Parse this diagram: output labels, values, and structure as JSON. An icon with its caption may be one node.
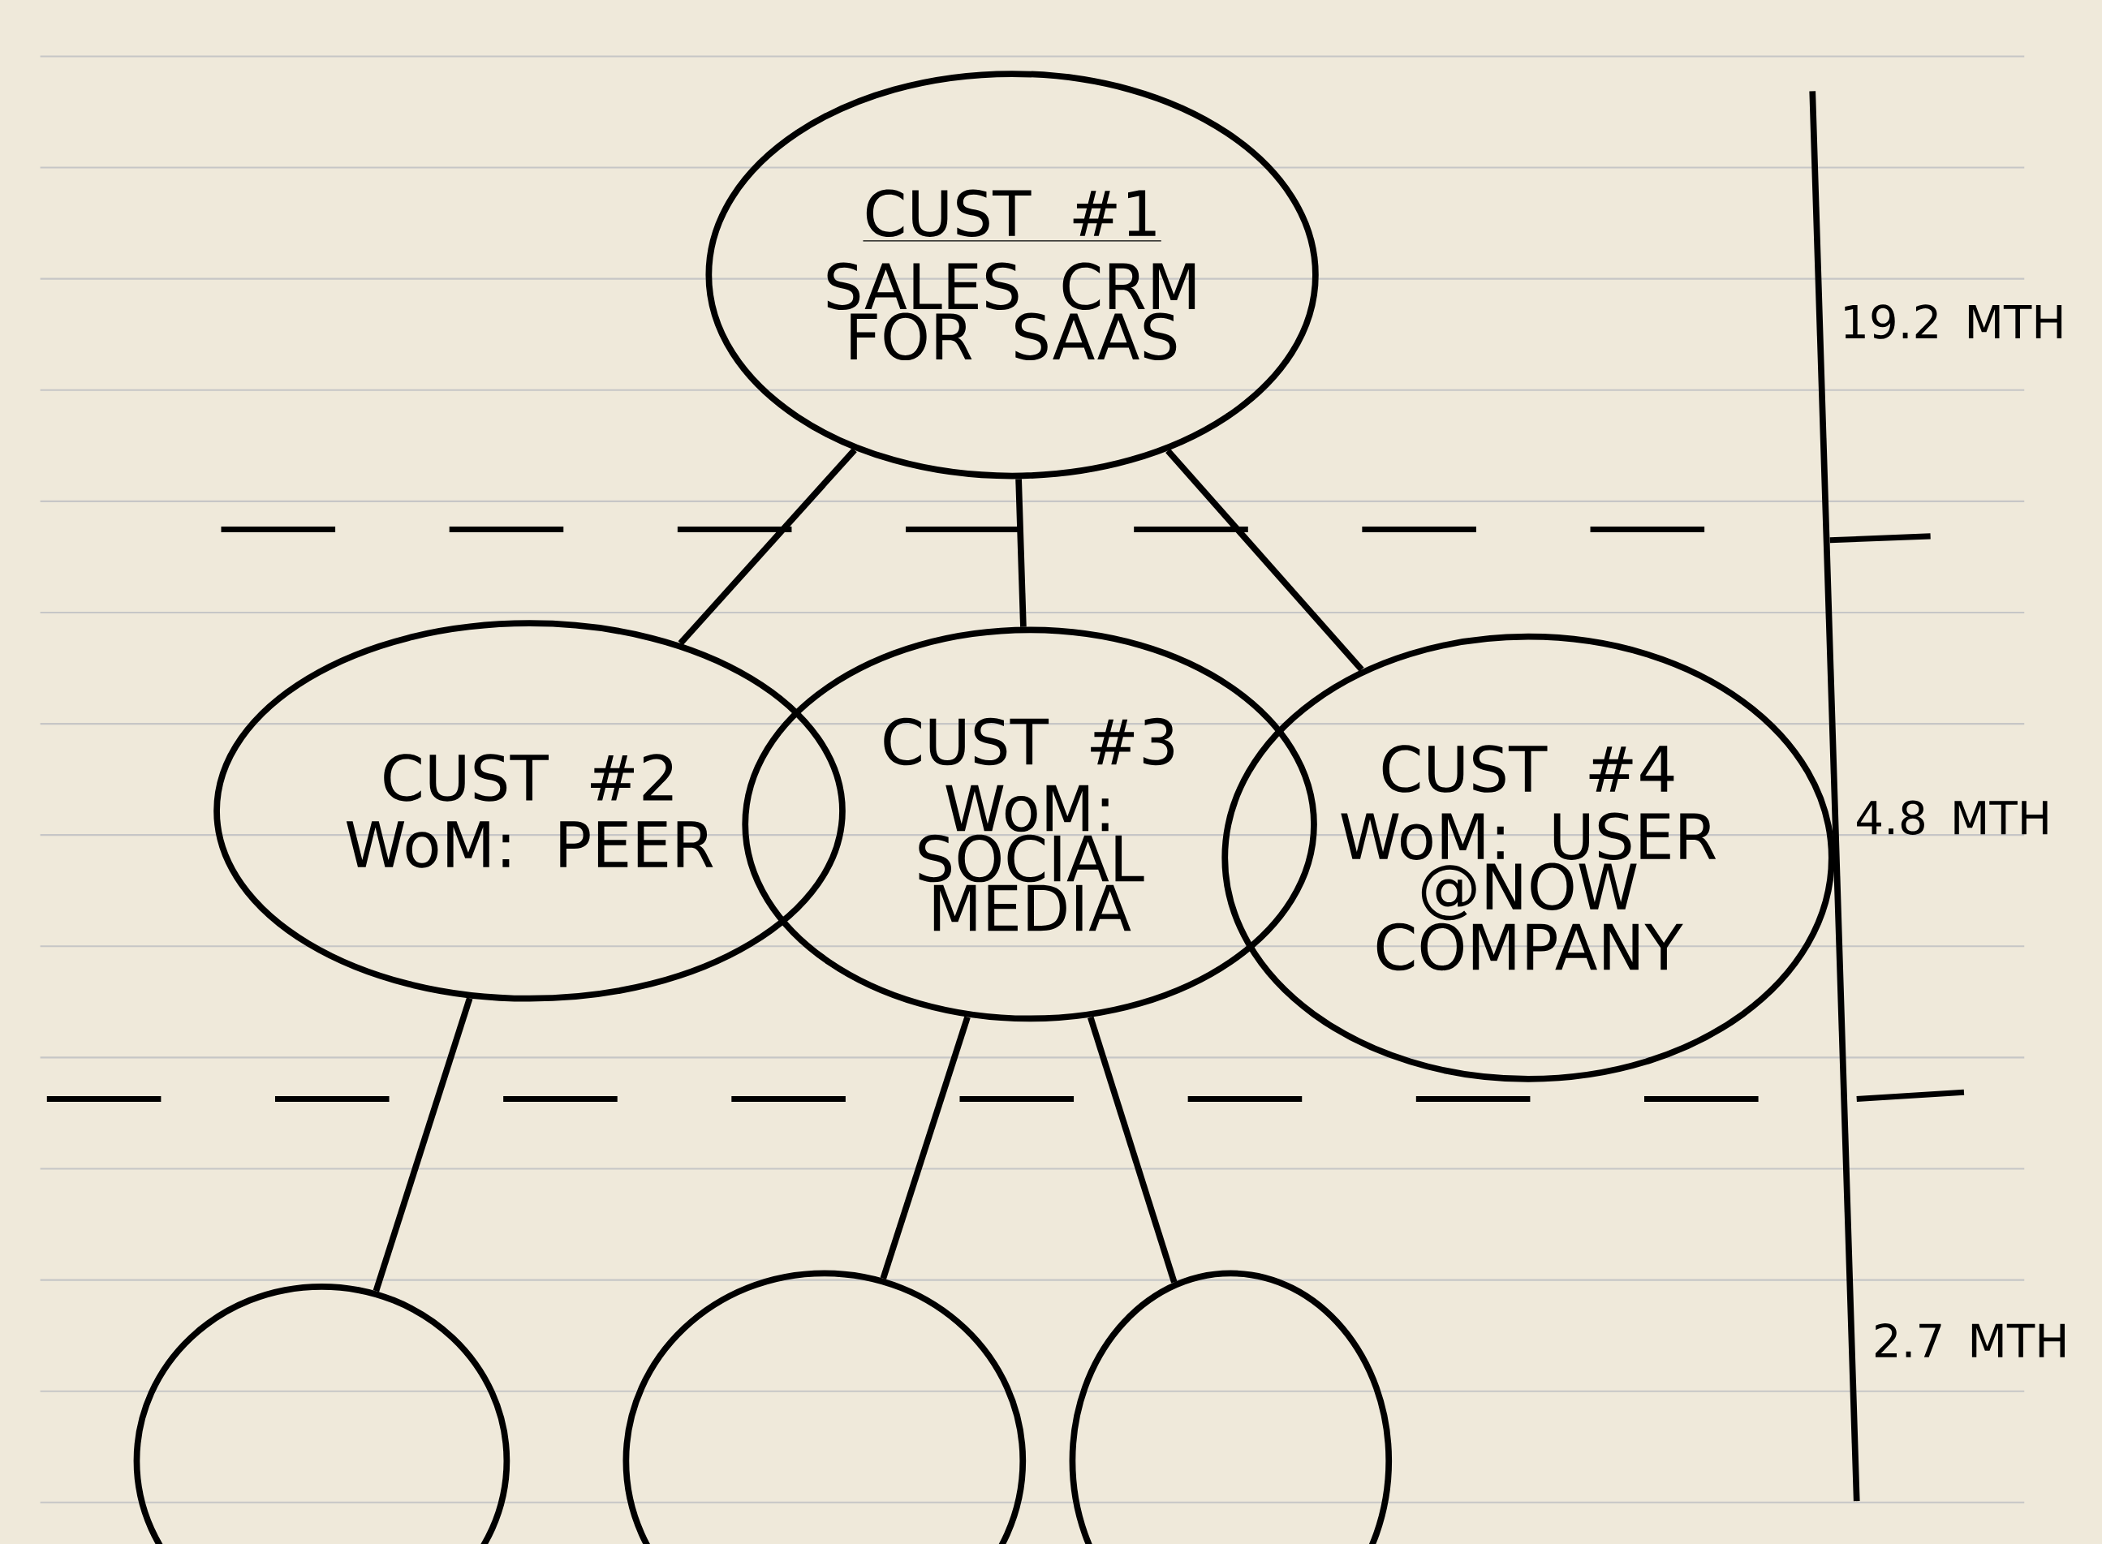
{
  "diagram": {
    "nodes": [
      {
        "text": [
          "CUST #1",
          "SALES CRM FOR SAAS"
        ]
      },
      {
        "text": [
          "CUST #2",
          "WoM: PEER"
        ]
      },
      {
        "text": [
          "CUST #3",
          "WoM: SOCIAL MEDIA"
        ]
      },
      {
        "text": [
          "CUST #4",
          "WoM: USER @NOW COMPANY"
        ]
      },
      {
        "text": [],
        "shape": "circle"
      },
      {
        "text": [],
        "shape": "circle"
      },
      {
        "text": [],
        "shape": "circle"
      }
    ],
    "edges": [
      {
        "from": 0,
        "to": 1,
        "arrow": "none"
      },
      {
        "from": 0,
        "to": 2,
        "arrow": "none"
      },
      {
        "from": 0,
        "to": 3,
        "arrow": "none"
      },
      {
        "from": 1,
        "to": 4,
        "arrow": "none"
      },
      {
        "from": 2,
        "to": 5,
        "arrow": "none"
      },
      {
        "from": 2,
        "to": 6,
        "arrow": "none"
      }
    ],
    "labels": [
      "19.2 MTH",
      "4.8 MTH",
      "2.7 MTH"
    ]
  }
}
